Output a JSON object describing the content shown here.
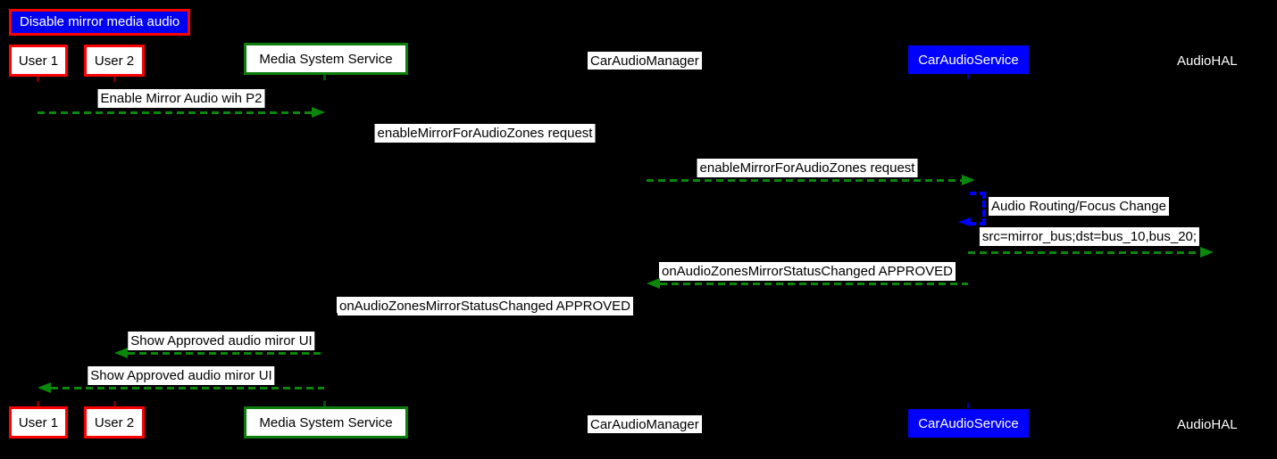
{
  "diagram_title": "Disable mirror media audio",
  "participants": [
    {
      "name": "User 1",
      "style": "red-bordered-box"
    },
    {
      "name": "User 2",
      "style": "red-bordered-box"
    },
    {
      "name": "Media System Service",
      "style": "green-bordered-box"
    },
    {
      "name": "CarAudioManager",
      "style": "white-label"
    },
    {
      "name": "CarAudioService",
      "style": "blue-box"
    },
    {
      "name": "AudioHAL",
      "style": "plain-white-text"
    }
  ],
  "messages": [
    {
      "label": "Enable Mirror Audio wih P2",
      "from": "User 1",
      "to": "Media System Service",
      "direction": "right",
      "color": "green"
    },
    {
      "label": "enableMirrorForAudioZones request",
      "from": "Media System Service",
      "to": "CarAudioManager",
      "direction": "right",
      "color": "black"
    },
    {
      "label": "enableMirrorForAudioZones request",
      "from": "CarAudioManager",
      "to": "CarAudioService",
      "direction": "right",
      "color": "green"
    },
    {
      "label": "Audio Routing/Focus Change",
      "from": "CarAudioService",
      "to": "CarAudioService",
      "direction": "self",
      "color": "blue"
    },
    {
      "label": "src=mirror_bus;dst=bus_10,bus_20;",
      "from": "CarAudioService",
      "to": "AudioHAL",
      "direction": "right",
      "color": "green"
    },
    {
      "label": "onAudioZonesMirrorStatusChanged APPROVED",
      "from": "CarAudioService",
      "to": "CarAudioManager",
      "direction": "left",
      "color": "green"
    },
    {
      "label": "onAudioZonesMirrorStatusChanged APPROVED",
      "from": "CarAudioManager",
      "to": "Media System Service",
      "direction": "left",
      "color": "black"
    },
    {
      "label": "Show Approved audio miror UI",
      "from": "Media System Service",
      "to": "User 2",
      "direction": "left",
      "color": "green"
    },
    {
      "label": "Show Approved audio miror UI",
      "from": "Media System Service",
      "to": "User 1",
      "direction": "left",
      "color": "green"
    }
  ],
  "colors": {
    "background": "#000000",
    "arrow_green": "#0b870b",
    "arrow_blue": "#0000ff",
    "red_border": "#ff0000",
    "green_border": "#0c7c0c",
    "blue_box_bg": "#0000ff",
    "title_bg": "#0000f0",
    "label_bg": "#ffffff"
  }
}
